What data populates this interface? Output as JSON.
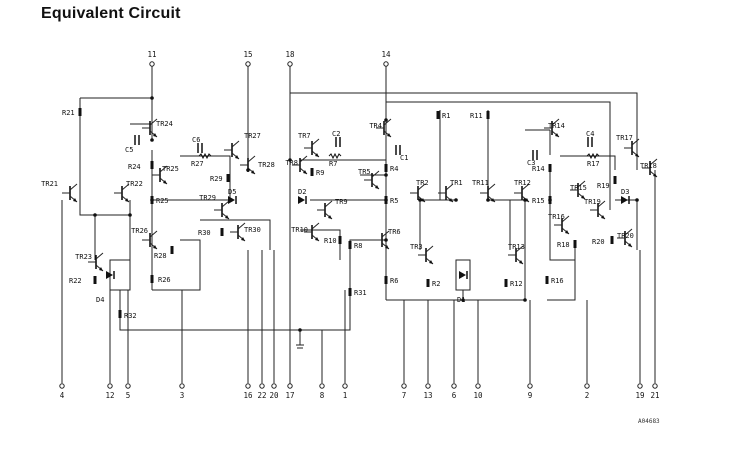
{
  "title": "Equivalent Circuit",
  "document_code": "A04683",
  "pins_top": [
    "11",
    "15",
    "18",
    "14"
  ],
  "pins_bottom": [
    "4",
    "12",
    "5",
    "3",
    "16",
    "22",
    "20",
    "17",
    "8",
    "1",
    "7",
    "13",
    "6",
    "10",
    "9",
    "2",
    "19",
    "21"
  ],
  "transistors": [
    "TR24",
    "TR27",
    "TR28",
    "TR25",
    "TR29",
    "TR30",
    "TR21",
    "TR22",
    "TR26",
    "TR23",
    "TR7",
    "TR8",
    "TR9",
    "TR10",
    "TR4",
    "TR5",
    "TR6",
    "TR2",
    "TR1",
    "TR3",
    "TR11",
    "TR12",
    "TR13",
    "TR14",
    "TR17",
    "TR18",
    "TR15",
    "TR16",
    "TR19",
    "TR20"
  ],
  "resistors": [
    "R21",
    "R24",
    "R27",
    "R29",
    "R30",
    "R25",
    "R28",
    "R26",
    "R22",
    "R32",
    "R9",
    "R7",
    "R10",
    "R8",
    "R31",
    "R4",
    "R5",
    "R6",
    "R1",
    "R2",
    "R11",
    "R12",
    "R14",
    "R17",
    "R19",
    "R15",
    "R18",
    "R20",
    "R16"
  ],
  "capacitors": [
    "C5",
    "C6",
    "C2",
    "C1",
    "C3",
    "C4"
  ],
  "diodes": [
    "D5",
    "D2",
    "D4",
    "D1",
    "D3"
  ]
}
